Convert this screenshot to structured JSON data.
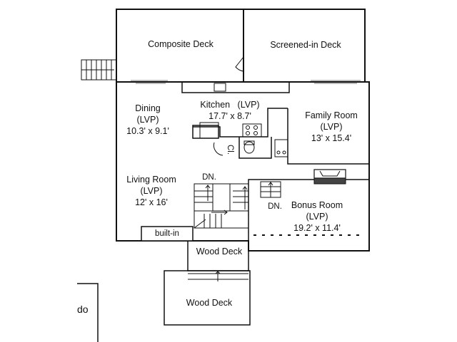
{
  "rooms": {
    "composite_deck": {
      "name": "Composite Deck"
    },
    "screened_deck": {
      "name": "Screened-in Deck"
    },
    "dining": {
      "name": "Dining",
      "material": "(LVP)",
      "dims": "10.3' x 9.1'"
    },
    "kitchen": {
      "name": "Kitchen",
      "material": "(LVP)",
      "dims": "17.7' x 8.7'"
    },
    "family_room": {
      "name": "Family Room",
      "material": "(LVP)",
      "dims": "13' x 15.4'"
    },
    "living_room": {
      "name": "Living Room",
      "material": "(LVP)",
      "dims": "12' x 16'"
    },
    "bonus_room": {
      "name": "Bonus Room",
      "material": "(LVP)",
      "dims": "19.2' x 11.4'"
    },
    "wood_deck_upper": {
      "name": "Wood Deck"
    },
    "wood_deck_lower": {
      "name": "Wood Deck"
    }
  },
  "labels": {
    "closet": "Cl.",
    "down_stairs_left": "DN.",
    "down_stairs_right": "DN.",
    "built_in": "built-in",
    "adjacent_fragment": "do"
  }
}
